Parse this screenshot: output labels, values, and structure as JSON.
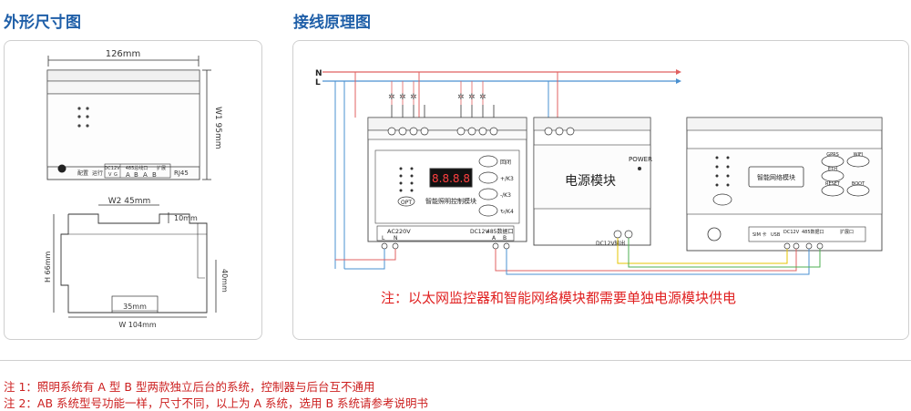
{
  "left_title": "外形尺寸图",
  "right_title": "接线原理图",
  "dims": {
    "width_top": "126mm",
    "height_right": "W1 95mm",
    "w2": "W2 45mm",
    "top_offset": "10mm",
    "height_left": "H 66mm",
    "height_40": "40mm",
    "rail": "35mm",
    "bottom_width": "W 104mm"
  },
  "front_labels": {
    "config": "配置",
    "run": "运行",
    "dc12v": "DC12V",
    "v": "V",
    "g": "G",
    "bus485": "485总线口",
    "ext": "扩展",
    "a1": "A",
    "b1": "B",
    "a2": "A",
    "b2": "B",
    "rj45": "RJ45"
  },
  "wiring": {
    "n": "N",
    "l": "L",
    "ac220": "AC220V",
    "l_term": "L",
    "n_term": "N",
    "bus485_port": "485数据口",
    "port_a": "A",
    "port_b": "B",
    "dc12v": "DC12V",
    "controller_name": "智能照明控制模块",
    "opt": "OPT",
    "display": "8.8.8.8",
    "key1": "回闭",
    "key2": "+/K3",
    "key3": "-/K3",
    "key4": "↻/K4",
    "pwr_title": "电源模块",
    "power": "POWER",
    "dc12v_out": "DC12V输出",
    "net_name": "智能网络模块",
    "gprs": "GPRS",
    "wifi": "WIFI",
    "eth": "ETH",
    "reset": "RESET",
    "boot": "BOOT",
    "sim": "SIM 卡",
    "usb": "USB",
    "net_dc12v": "DC12V",
    "net_485": "485数据口",
    "ext_port": "扩展口",
    "remark": "注：以太网监控器和智能网络模块都需要单独电源模块供电"
  },
  "notes": [
    "注 1：照明系统有 A 型 B 型两款独立后台的系统，控制器与后台互不通用",
    "注 2：AB 系统型号功能一样，尺寸不同，以上为 A 系统，选用 B 系统请参考说明书"
  ],
  "colors": {
    "title": "#1f5fa8",
    "live": "#e06060",
    "neutral": "#4a90d0",
    "remark": "#e02020",
    "note": "#cc1f1f"
  }
}
